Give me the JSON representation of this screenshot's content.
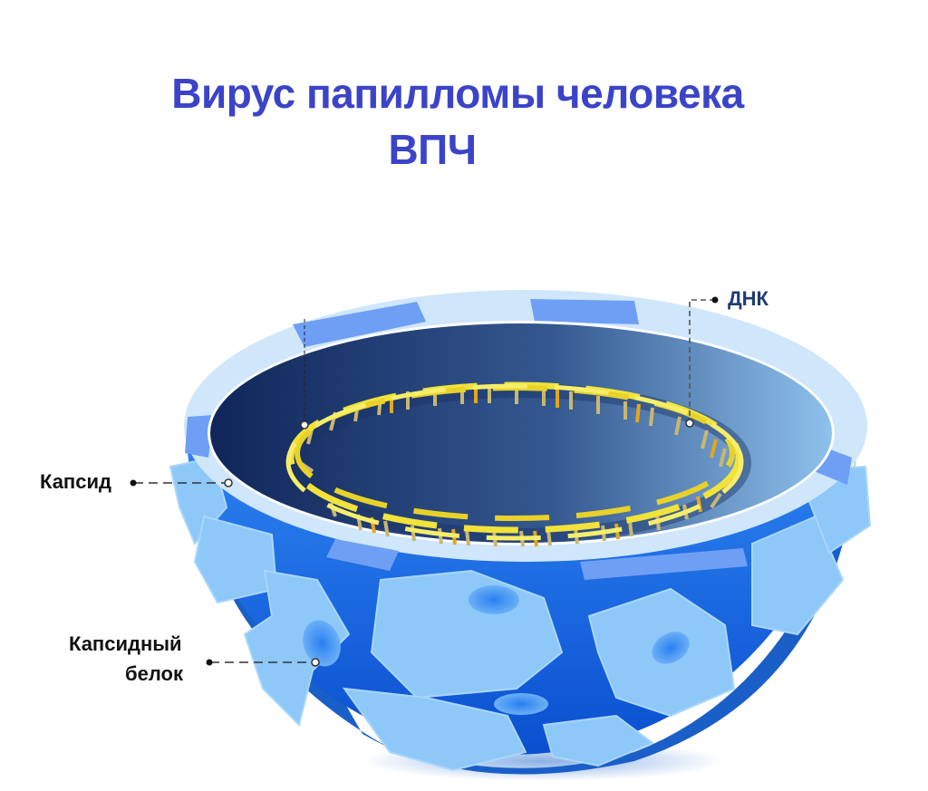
{
  "title": {
    "line1": "Вирус папилломы человека",
    "line2": "ВПЧ"
  },
  "labels": {
    "dna": "ДНК",
    "capsid": "Капсид",
    "capsid_protein_line1": "Капсидный",
    "capsid_protein_line2": "белок"
  },
  "colors": {
    "title": "#3b44c8",
    "label_text": "#111111",
    "dna_label": "#1f3b73",
    "capsid_rim_light": "#cfe6fb",
    "capsid_rim_mid": "#6f9ff5",
    "interior_dark": "#142a5c",
    "interior_light": "#8cbde8",
    "body_blue": "#1f6fe6",
    "protein_light": "#8ec8f8",
    "dna_strand": "#f2e23a"
  }
}
